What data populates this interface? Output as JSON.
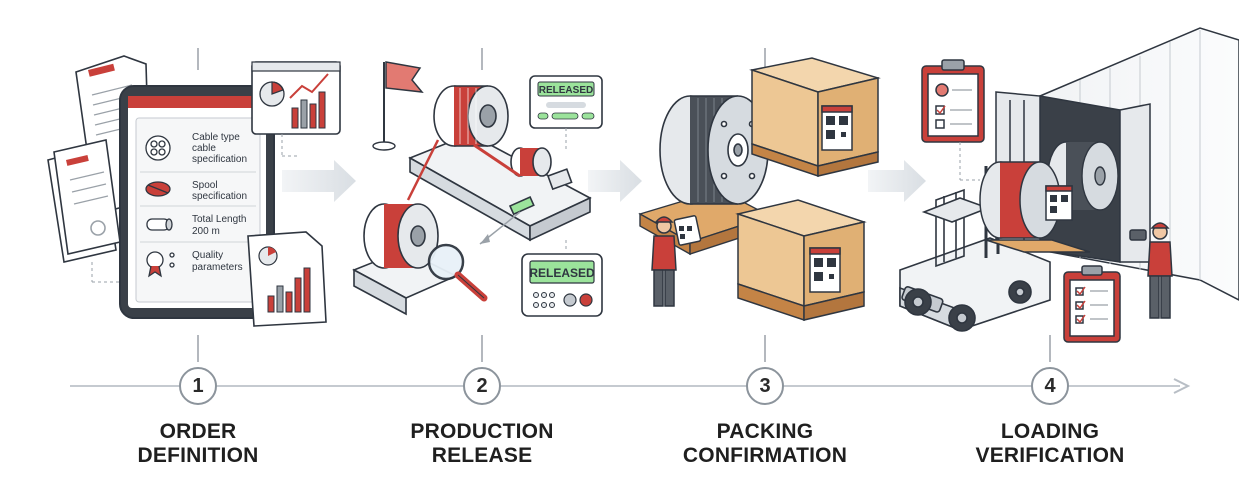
{
  "colors": {
    "accent": "#c9403a",
    "accent_light": "#e27a72",
    "line": "#2f3640",
    "arrow": "#dfe3e7",
    "timeline": "#c5cad0",
    "lcd_green": "#9be39b"
  },
  "steps": [
    {
      "number": "1",
      "label_lines": [
        "ORDER",
        "DEFINITION"
      ]
    },
    {
      "number": "2",
      "label_lines": [
        "PRODUCTION",
        "RELEASE"
      ]
    },
    {
      "number": "3",
      "label_lines": [
        "PACKING",
        "CONFIRMATION"
      ]
    },
    {
      "number": "4",
      "label_lines": [
        "LOADING",
        "VERIFICATION"
      ]
    }
  ],
  "tablet": {
    "items": [
      {
        "icon": "cable-cross-section-icon",
        "text_lines": [
          "Cable type",
          "cable",
          "specification"
        ]
      },
      {
        "icon": "spool-icon",
        "text_lines": [
          "Spool",
          "specification"
        ]
      },
      {
        "icon": "cable-length-icon",
        "text_lines": [
          "Total Length",
          "200 m"
        ]
      },
      {
        "icon": "quality-badge-icon",
        "text_lines": [
          "Quality",
          "parameters"
        ]
      }
    ]
  },
  "status_panels": {
    "top_label": "RELEASED",
    "bottom_label": "RELEASED"
  }
}
